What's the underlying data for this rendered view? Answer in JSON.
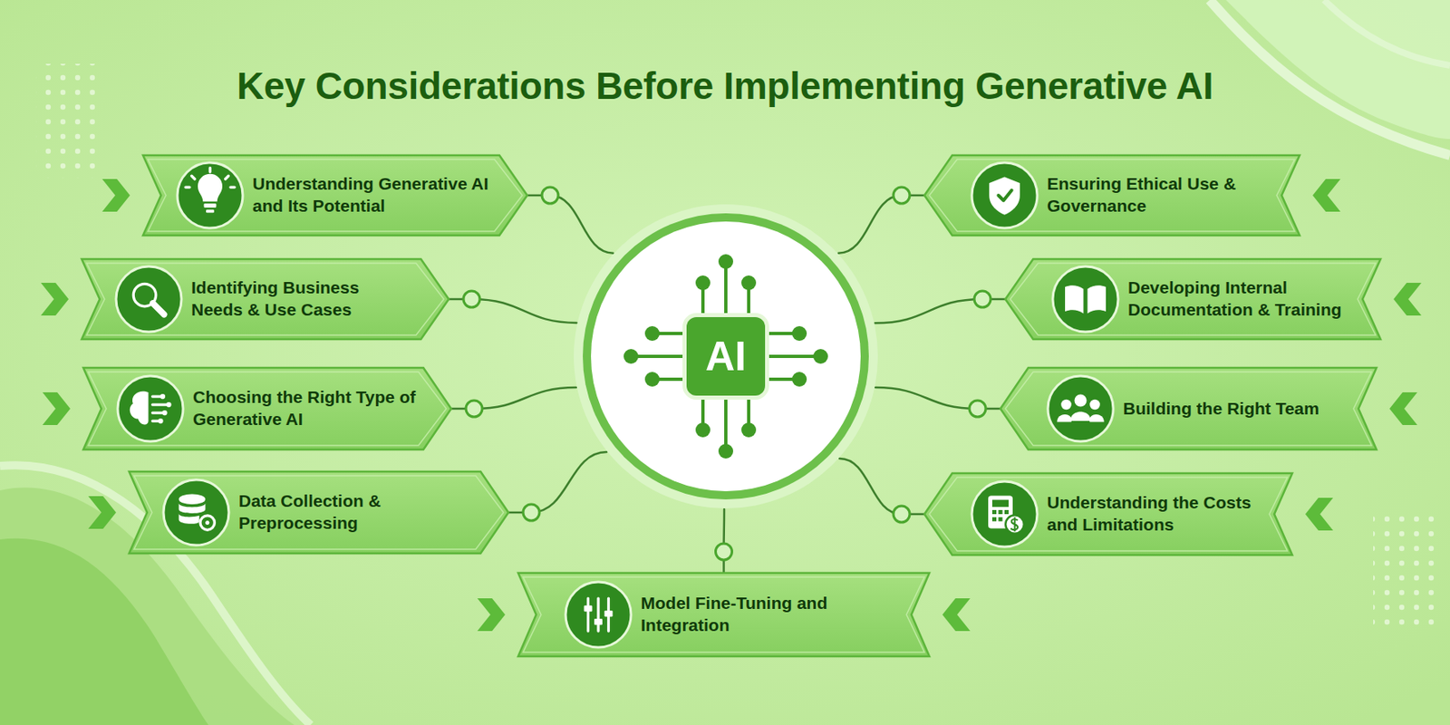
{
  "diagram": {
    "title": "Key Considerations Before Implementing Generative AI",
    "nodes": [
      {
        "text": [
          "Understanding Generative AI and Its Potential"
        ]
      },
      {
        "text": [
          "Ensuring Ethical Use & Governance"
        ]
      },
      {
        "text": [
          "Identifying Business Needs & Use Cases"
        ]
      },
      {
        "text": [
          "Developing Internal Documentation & Training"
        ]
      },
      {
        "text": [
          "AI"
        ]
      },
      {
        "text": [
          "Choosing the Right Type of Generative AI"
        ]
      },
      {
        "text": [
          "Building the Right Team"
        ]
      },
      {
        "text": [
          "Data Collection & Preprocessing"
        ]
      },
      {
        "text": [
          "Understanding the Costs and Limitations"
        ]
      },
      {
        "text": [
          "Model Fine-Tuning and Integration"
        ]
      }
    ],
    "edges": [
      {
        "from": 4,
        "to": 0,
        "arrow": "none"
      },
      {
        "from": 4,
        "to": 1,
        "arrow": "none"
      },
      {
        "from": 4,
        "to": 2,
        "arrow": "none"
      },
      {
        "from": 4,
        "to": 3,
        "arrow": "none"
      },
      {
        "from": 4,
        "to": 5,
        "arrow": "none"
      },
      {
        "from": 4,
        "to": 6,
        "arrow": "none"
      },
      {
        "from": 4,
        "to": 7,
        "arrow": "none"
      },
      {
        "from": 4,
        "to": 8,
        "arrow": "none"
      },
      {
        "from": 4,
        "to": 9,
        "arrow": "none"
      }
    ]
  }
}
